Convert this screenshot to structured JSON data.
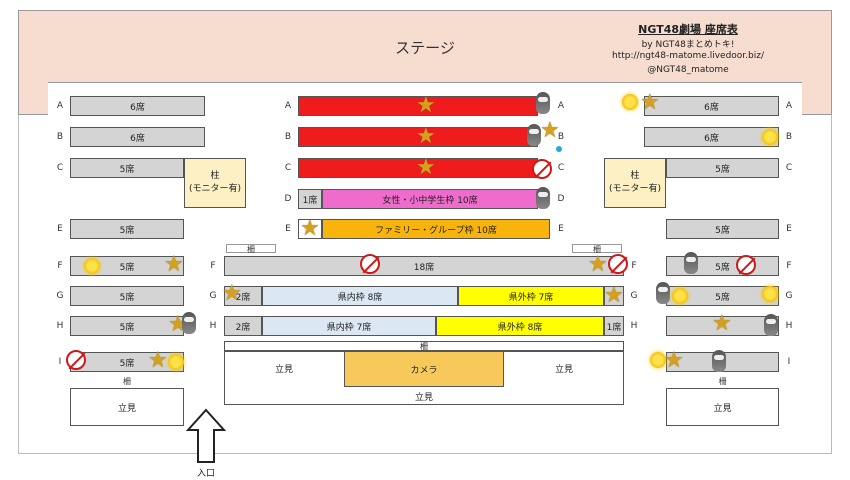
{
  "stage_label": "ステージ",
  "credit": {
    "title": "NGT48劇場 座席表",
    "line1": "by NGT48まとめトキ!",
    "line2": "http://ngt48-matome.livedoor.biz/",
    "line3": "@NGT48_matome"
  },
  "entrance_label": "入口",
  "rows": [
    {
      "label": "A",
      "left": "6席",
      "right": "6席",
      "center": [
        {
          "text": "",
          "color": "#ee1c1c"
        }
      ]
    },
    {
      "label": "B",
      "left": "6席",
      "right": "6席",
      "center": [
        {
          "text": "",
          "color": "#ee1c1c"
        }
      ]
    },
    {
      "label": "C",
      "left": "5席",
      "right": "5席",
      "center": [
        {
          "text": "",
          "color": "#ee1c1c"
        }
      ]
    },
    {
      "label": "D",
      "left": "",
      "right": "",
      "center": [
        {
          "text": "1席",
          "color": "#d4d4d4"
        },
        {
          "text": "女性・小中学生枠 10席",
          "color": "#f06ccc"
        }
      ]
    },
    {
      "label": "E",
      "left": "5席",
      "right": "5席",
      "center": [
        {
          "text": "ファミリー・グループ枠 10席",
          "color": "#f8b40c"
        }
      ]
    },
    {
      "label": "F",
      "left": "5席",
      "right": "5席",
      "center": [
        {
          "text": "18席",
          "color": "#d4d4d4"
        }
      ]
    },
    {
      "label": "G",
      "left": "5席",
      "right": "5席",
      "center": [
        {
          "text": "2席",
          "color": "#d4d4d4"
        },
        {
          "text": "県内枠 8席",
          "color": "#dbe8f3"
        },
        {
          "text": "県外枠 7席",
          "color": "#ffff00"
        },
        {
          "text": "",
          "color": "#d4d4d4"
        }
      ]
    },
    {
      "label": "H",
      "left": "5席",
      "right": "",
      "center": [
        {
          "text": "2席",
          "color": "#d4d4d4"
        },
        {
          "text": "県内枠 7席",
          "color": "#dbe8f3"
        },
        {
          "text": "県外枠 8席",
          "color": "#ffff00"
        },
        {
          "text": "1席",
          "color": "#d4d4d4"
        }
      ]
    },
    {
      "label": "I",
      "left": "5席",
      "right": "",
      "center": []
    }
  ],
  "pillar_label": "柱\n(モニター有)",
  "rail_label": "柵",
  "standing_label": "立見",
  "camera_label": "カメラ"
}
